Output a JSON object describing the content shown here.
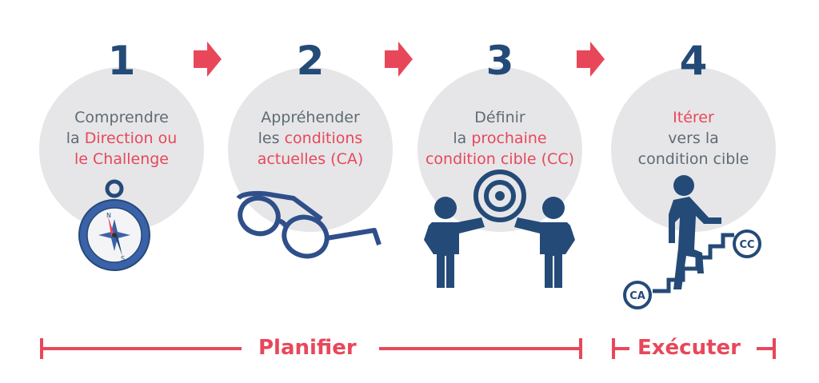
{
  "steps": [
    {
      "number": "1",
      "lines": [
        [
          {
            "t": "Comprendre",
            "hl": false
          }
        ],
        [
          {
            "t": "la ",
            "hl": false
          },
          {
            "t": "Direction ou",
            "hl": true
          }
        ],
        [
          {
            "t": "le Challenge",
            "hl": true
          }
        ]
      ],
      "icon": "compass-icon"
    },
    {
      "number": "2",
      "lines": [
        [
          {
            "t": "Appréhender",
            "hl": false
          }
        ],
        [
          {
            "t": "les ",
            "hl": false
          },
          {
            "t": "conditions",
            "hl": true
          }
        ],
        [
          {
            "t": "actuelles (CA)",
            "hl": true
          }
        ]
      ],
      "icon": "glasses-icon"
    },
    {
      "number": "3",
      "lines": [
        [
          {
            "t": "Définir",
            "hl": false
          }
        ],
        [
          {
            "t": "la ",
            "hl": false
          },
          {
            "t": "prochaine",
            "hl": true
          }
        ],
        [
          {
            "t": "condition cible (CC)",
            "hl": true
          }
        ]
      ],
      "icon": "target-people-icon"
    },
    {
      "number": "4",
      "lines": [
        [
          {
            "t": "Itérer",
            "hl": true
          }
        ],
        [
          {
            "t": "vers la",
            "hl": false
          }
        ],
        [
          {
            "t": "condition cible",
            "hl": false
          }
        ]
      ],
      "icon": "stairs-climber-icon"
    }
  ],
  "stairs": {
    "start_label": "CA",
    "end_label": "CC"
  },
  "compass": {
    "n": "N",
    "s": "S"
  },
  "phases": {
    "plan": "Planifier",
    "execute": "Exécuter"
  },
  "colors": {
    "accent": "#e8475a",
    "navy": "#244a78",
    "gray_text": "#5f6b74",
    "circle": "#e6e6e8"
  }
}
